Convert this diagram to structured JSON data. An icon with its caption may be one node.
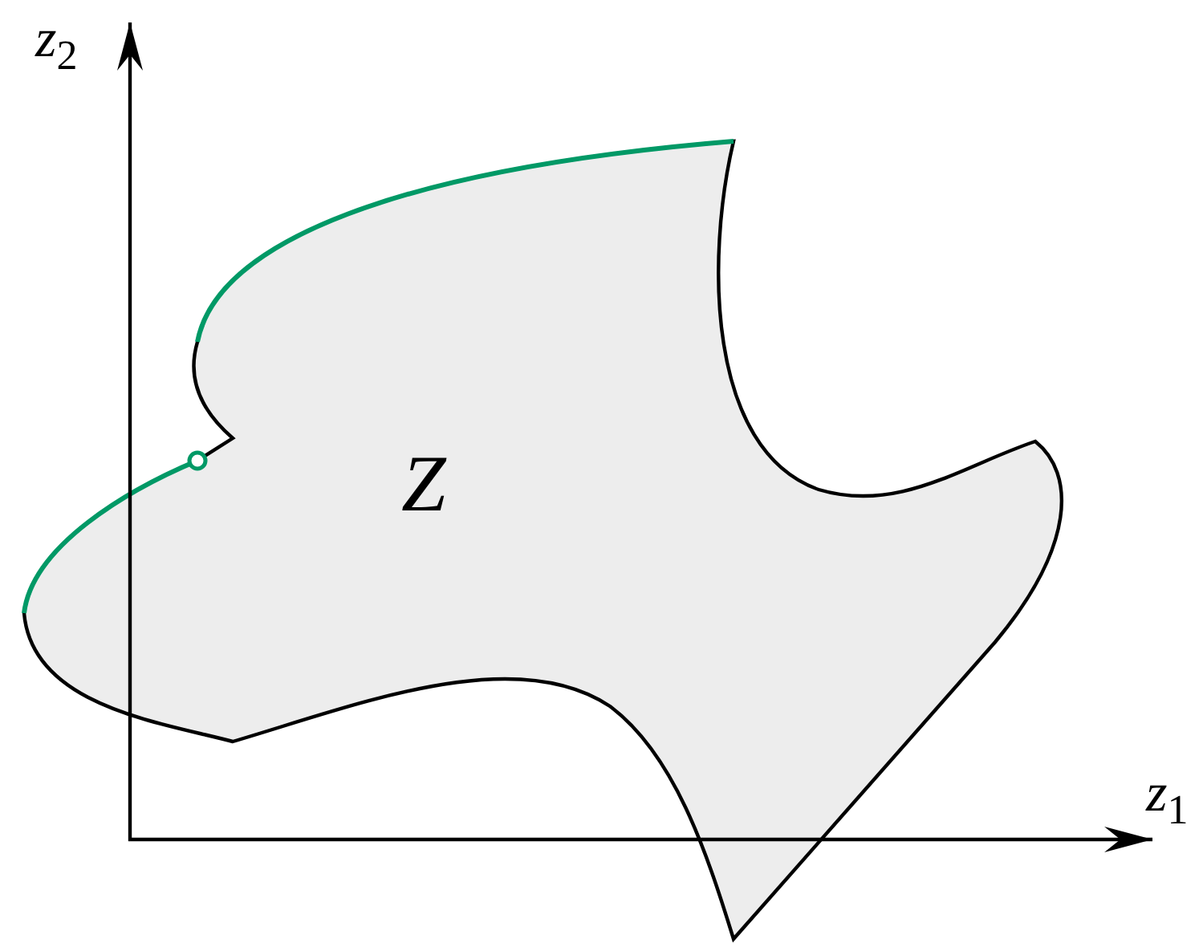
{
  "diagram": {
    "nodes": [
      {
        "text": [
          "Z"
        ]
      }
    ],
    "labels": [
      "z$_{2}$",
      "z$_{1}$"
    ]
  }
}
